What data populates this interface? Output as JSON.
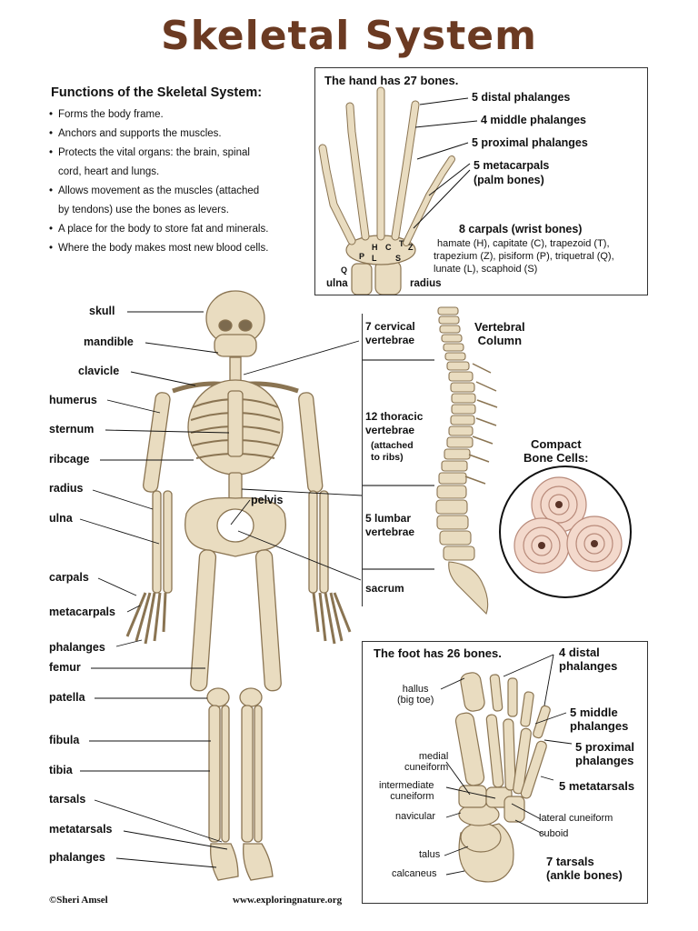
{
  "title": "Skeletal System",
  "functions": {
    "heading": "Functions of the Skeletal System:",
    "items": [
      "Forms the body frame.",
      "Anchors and supports the muscles.",
      "Protects the vital organs: the brain, spinal",
      "cord, heart and lungs.",
      "Allows movement as the muscles (attached",
      "by tendons) use the bones as levers.",
      "A place for the body to store fat and minerals.",
      "Where the body makes most new blood cells."
    ]
  },
  "hand": {
    "heading": "The hand has 27 bones.",
    "distal": "5 distal phalanges",
    "middle": "4 middle phalanges",
    "proximal": "5 proximal phalanges",
    "metacarpals": "5 metacarpals",
    "metacarpals_sub": "(palm bones)",
    "carpals": "8 carpals (wrist bones)",
    "carpals_list_1": "hamate (H), capitate (C), trapezoid (T),",
    "carpals_list_2": "trapezium (Z), pisiform (P), triquetral (Q),",
    "carpals_list_3": "lunate (L), scaphoid (S)",
    "ulna": "ulna",
    "radius": "radius",
    "letters": [
      "H",
      "C",
      "T",
      "Z",
      "P",
      "L",
      "S",
      "Q"
    ]
  },
  "skeleton_labels": [
    "skull",
    "mandible",
    "clavicle",
    "humerus",
    "sternum",
    "ribcage",
    "radius",
    "ulna",
    "carpals",
    "metacarpals",
    "phalanges",
    "femur",
    "patella",
    "fibula",
    "tibia",
    "tarsals",
    "metatarsals",
    "phalanges"
  ],
  "pelvis_label": "pelvis",
  "spine": {
    "cervical": "7 cervical\nvertebrae",
    "thoracic": "12 thoracic\nvertebrae",
    "thoracic_sub": "(attached\nto ribs)",
    "lumbar": "5 lumbar\nvertebrae",
    "sacrum": "sacrum",
    "column_title": "Vertebral\nColumn"
  },
  "bone_cells": {
    "title": "Compact\nBone Cells:"
  },
  "foot": {
    "heading": "The foot has 26 bones.",
    "distal": "4 distal\nphalanges",
    "hallux": "hallus\n(big toe)",
    "middle": "5 middle\nphalanges",
    "proximal": "5 proximal\nphalanges",
    "metatarsals": "5 metatarsals",
    "medial_cuneiform": "medial\ncuneiform",
    "intermediate_cuneiform": "intermediate\ncuneiform",
    "navicular": "navicular",
    "lateral_cuneiform": "lateral cuneiform",
    "cuboid": "cuboid",
    "talus": "talus",
    "calcaneus": "calcaneus",
    "tarsals": "7 tarsals\n(ankle bones)"
  },
  "footer": {
    "credit": "©Sheri Amsel",
    "url": "www.exploringnature.org"
  },
  "colors": {
    "title": "#6b3a22",
    "bone": "#e9dcc0",
    "bone_edge": "#8a7452",
    "cell": "#f3d9cc"
  }
}
